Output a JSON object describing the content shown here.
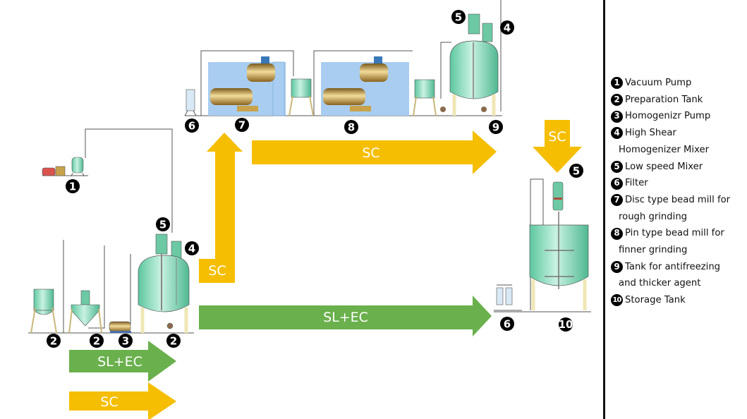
{
  "legend": {
    "items": [
      {
        "num": "1",
        "label": "Vacuum Pump"
      },
      {
        "num": "2",
        "label": "Preparation Tank"
      },
      {
        "num": "3",
        "label": "Homogenizr Pump"
      },
      {
        "num": "4",
        "label": "High Shear",
        "label2": "Homogenizer Mixer"
      },
      {
        "num": "5",
        "label": "Low speed Mixer"
      },
      {
        "num": "6",
        "label": "Filter"
      },
      {
        "num": "7",
        "label": "Disc type bead mill for",
        "label2": "rough grinding"
      },
      {
        "num": "8",
        "label": "Pin type bead mill for",
        "label2": "finner grinding"
      },
      {
        "num": "9",
        "label": "Tank for antifreezing",
        "label2": "and thicker agent"
      },
      {
        "num": "10",
        "label": "Storage Tank"
      }
    ]
  },
  "flows": {
    "legend_green": "SL+EC",
    "legend_yellow": "SC",
    "main_green": "SL+EC",
    "up_yellow": "SC",
    "top_yellow": "SC",
    "down_yellow": "SC"
  },
  "markers": {
    "vacuum_pump": "1",
    "prep_tank_a": "2",
    "prep_tank_b": "2",
    "homogenizer_pump": "3",
    "prep_tank_c": "2",
    "low_speed_mixer_a": "5",
    "high_shear_a": "4",
    "filter_a": "6",
    "disc_mill": "7",
    "pin_mill": "8",
    "antifreeze_tank": "9",
    "low_speed_mixer_b": "5",
    "high_shear_b": "4",
    "low_speed_mixer_c": "5",
    "filter_b": "6",
    "storage_tank": "10"
  },
  "colors": {
    "green_flow": "#6ab04c",
    "yellow_flow": "#f6be00",
    "tank": "#7fd8b8",
    "mill_blue": "#a9cdf0",
    "mill_gold": "#c8a24a"
  }
}
